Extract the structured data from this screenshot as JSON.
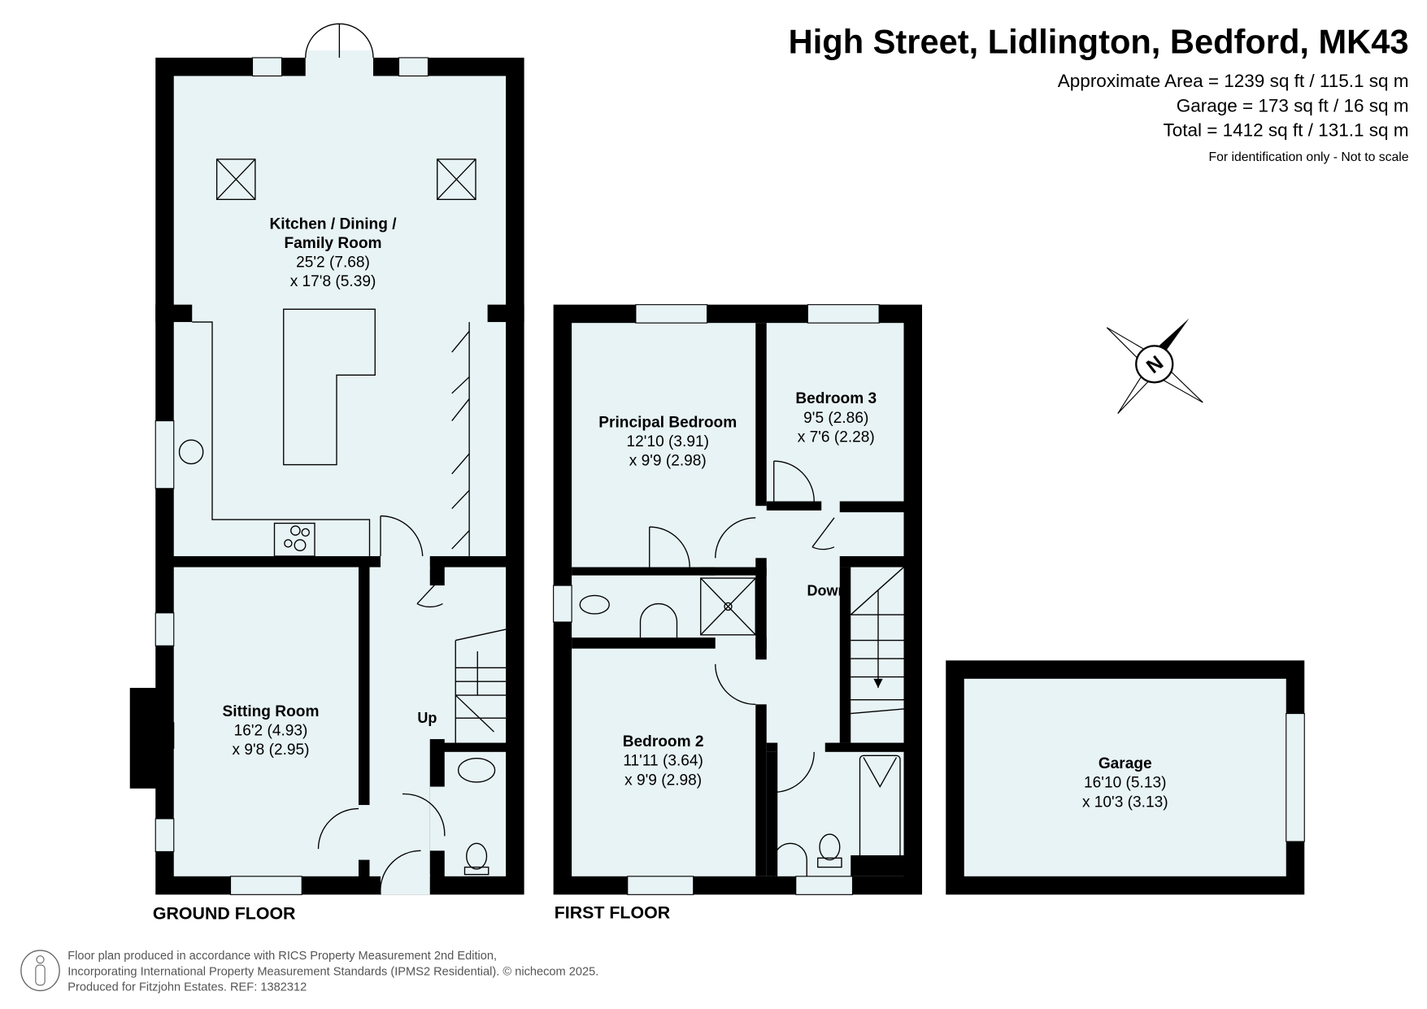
{
  "header": {
    "title": "High Street, Lidlington, Bedford, MK43",
    "approx_area": "Approximate Area = 1239 sq ft / 115.1 sq m",
    "garage_area": "Garage = 173 sq ft / 16 sq m",
    "total_area": "Total = 1412 sq ft / 131.1 sq m",
    "disclaimer": "For identification only - Not to scale"
  },
  "colors": {
    "room_fill": "#e8f3f5",
    "wall": "#000000"
  },
  "compass": {
    "label": "N"
  },
  "ground_floor": {
    "label": "GROUND FLOOR",
    "rooms": [
      {
        "name_line1": "Kitchen / Dining /",
        "name_line2": "Family Room",
        "dim1": "25'2 (7.68)",
        "dim2": "x 17'8 (5.39)"
      },
      {
        "name": "Sitting Room",
        "dim1": "16'2 (4.93)",
        "dim2": "x 9'8 (2.95)"
      }
    ],
    "stairs_label": "Up"
  },
  "first_floor": {
    "label": "FIRST FLOOR",
    "rooms": [
      {
        "name": "Principal Bedroom",
        "dim1": "12'10 (3.91)",
        "dim2": "x 9'9 (2.98)"
      },
      {
        "name": "Bedroom 3",
        "dim1": "9'5 (2.86)",
        "dim2": "x 7'6 (2.28)"
      },
      {
        "name": "Bedroom 2",
        "dim1": "11'11 (3.64)",
        "dim2": "x 9'9 (2.98)"
      }
    ],
    "stairs_label": "Down"
  },
  "garage": {
    "name": "Garage",
    "dim1": "16'10 (5.13)",
    "dim2": "x 10'3 (3.13)"
  },
  "footer": {
    "line1": "Floor plan produced in accordance with RICS Property Measurement 2nd Edition,",
    "line2": "Incorporating International Property Measurement Standards (IPMS2 Residential).   © nichecom 2025.",
    "line3": "Produced for Fitzjohn Estates.   REF: 1382312"
  }
}
